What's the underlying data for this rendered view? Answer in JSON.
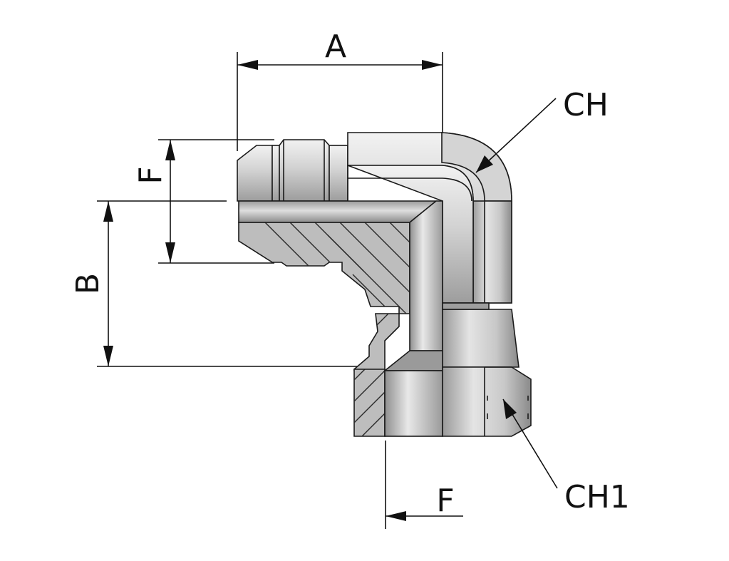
{
  "labels": {
    "A": "A",
    "B": "B",
    "F_side": "F",
    "F_bottom": "F",
    "CH": "CH",
    "CH1": "CH1"
  },
  "colors": {
    "metal_light": "#e6e6e6",
    "metal_mid": "#c2c2c2",
    "metal_dark": "#8c8c8c",
    "section": "#b9b9b9",
    "bore": "#a9a9a9",
    "line": "#111111"
  }
}
